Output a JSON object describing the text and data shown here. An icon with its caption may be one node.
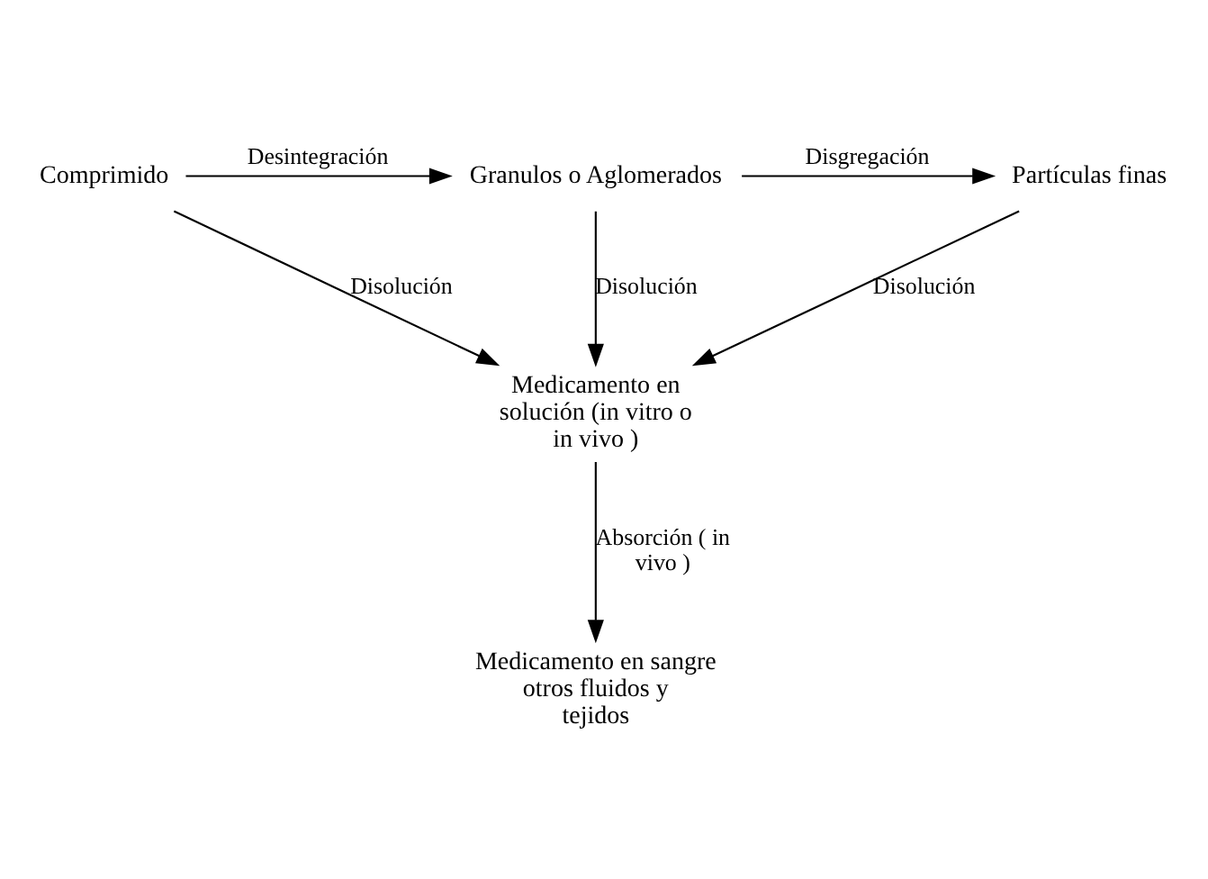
{
  "diagram": {
    "nodes": [
      {
        "text": [
          "Comprimido"
        ]
      },
      {
        "text": [
          "Granulos o Aglomerados"
        ]
      },
      {
        "text": [
          "Partículas finas"
        ]
      },
      {
        "text": [
          "Medicamento en solución (in vitro o in vivo )"
        ]
      },
      {
        "text": [
          "Medicamento en sangre otros fluidos y tejidos"
        ]
      }
    ],
    "edges": [
      {
        "from": 0,
        "to": 1,
        "arrow": "to",
        "label": "Desintegración"
      },
      {
        "from": 1,
        "to": 2,
        "arrow": "to",
        "label": "Disgregación"
      },
      {
        "from": 0,
        "to": 3,
        "arrow": "to",
        "label": "Disolución"
      },
      {
        "from": 1,
        "to": 3,
        "arrow": "to",
        "label": "Disolución"
      },
      {
        "from": 2,
        "to": 3,
        "arrow": "to",
        "label": "Disolución"
      },
      {
        "from": 3,
        "to": 4,
        "arrow": "to",
        "label": "Absorción ( in vivo )"
      }
    ]
  }
}
